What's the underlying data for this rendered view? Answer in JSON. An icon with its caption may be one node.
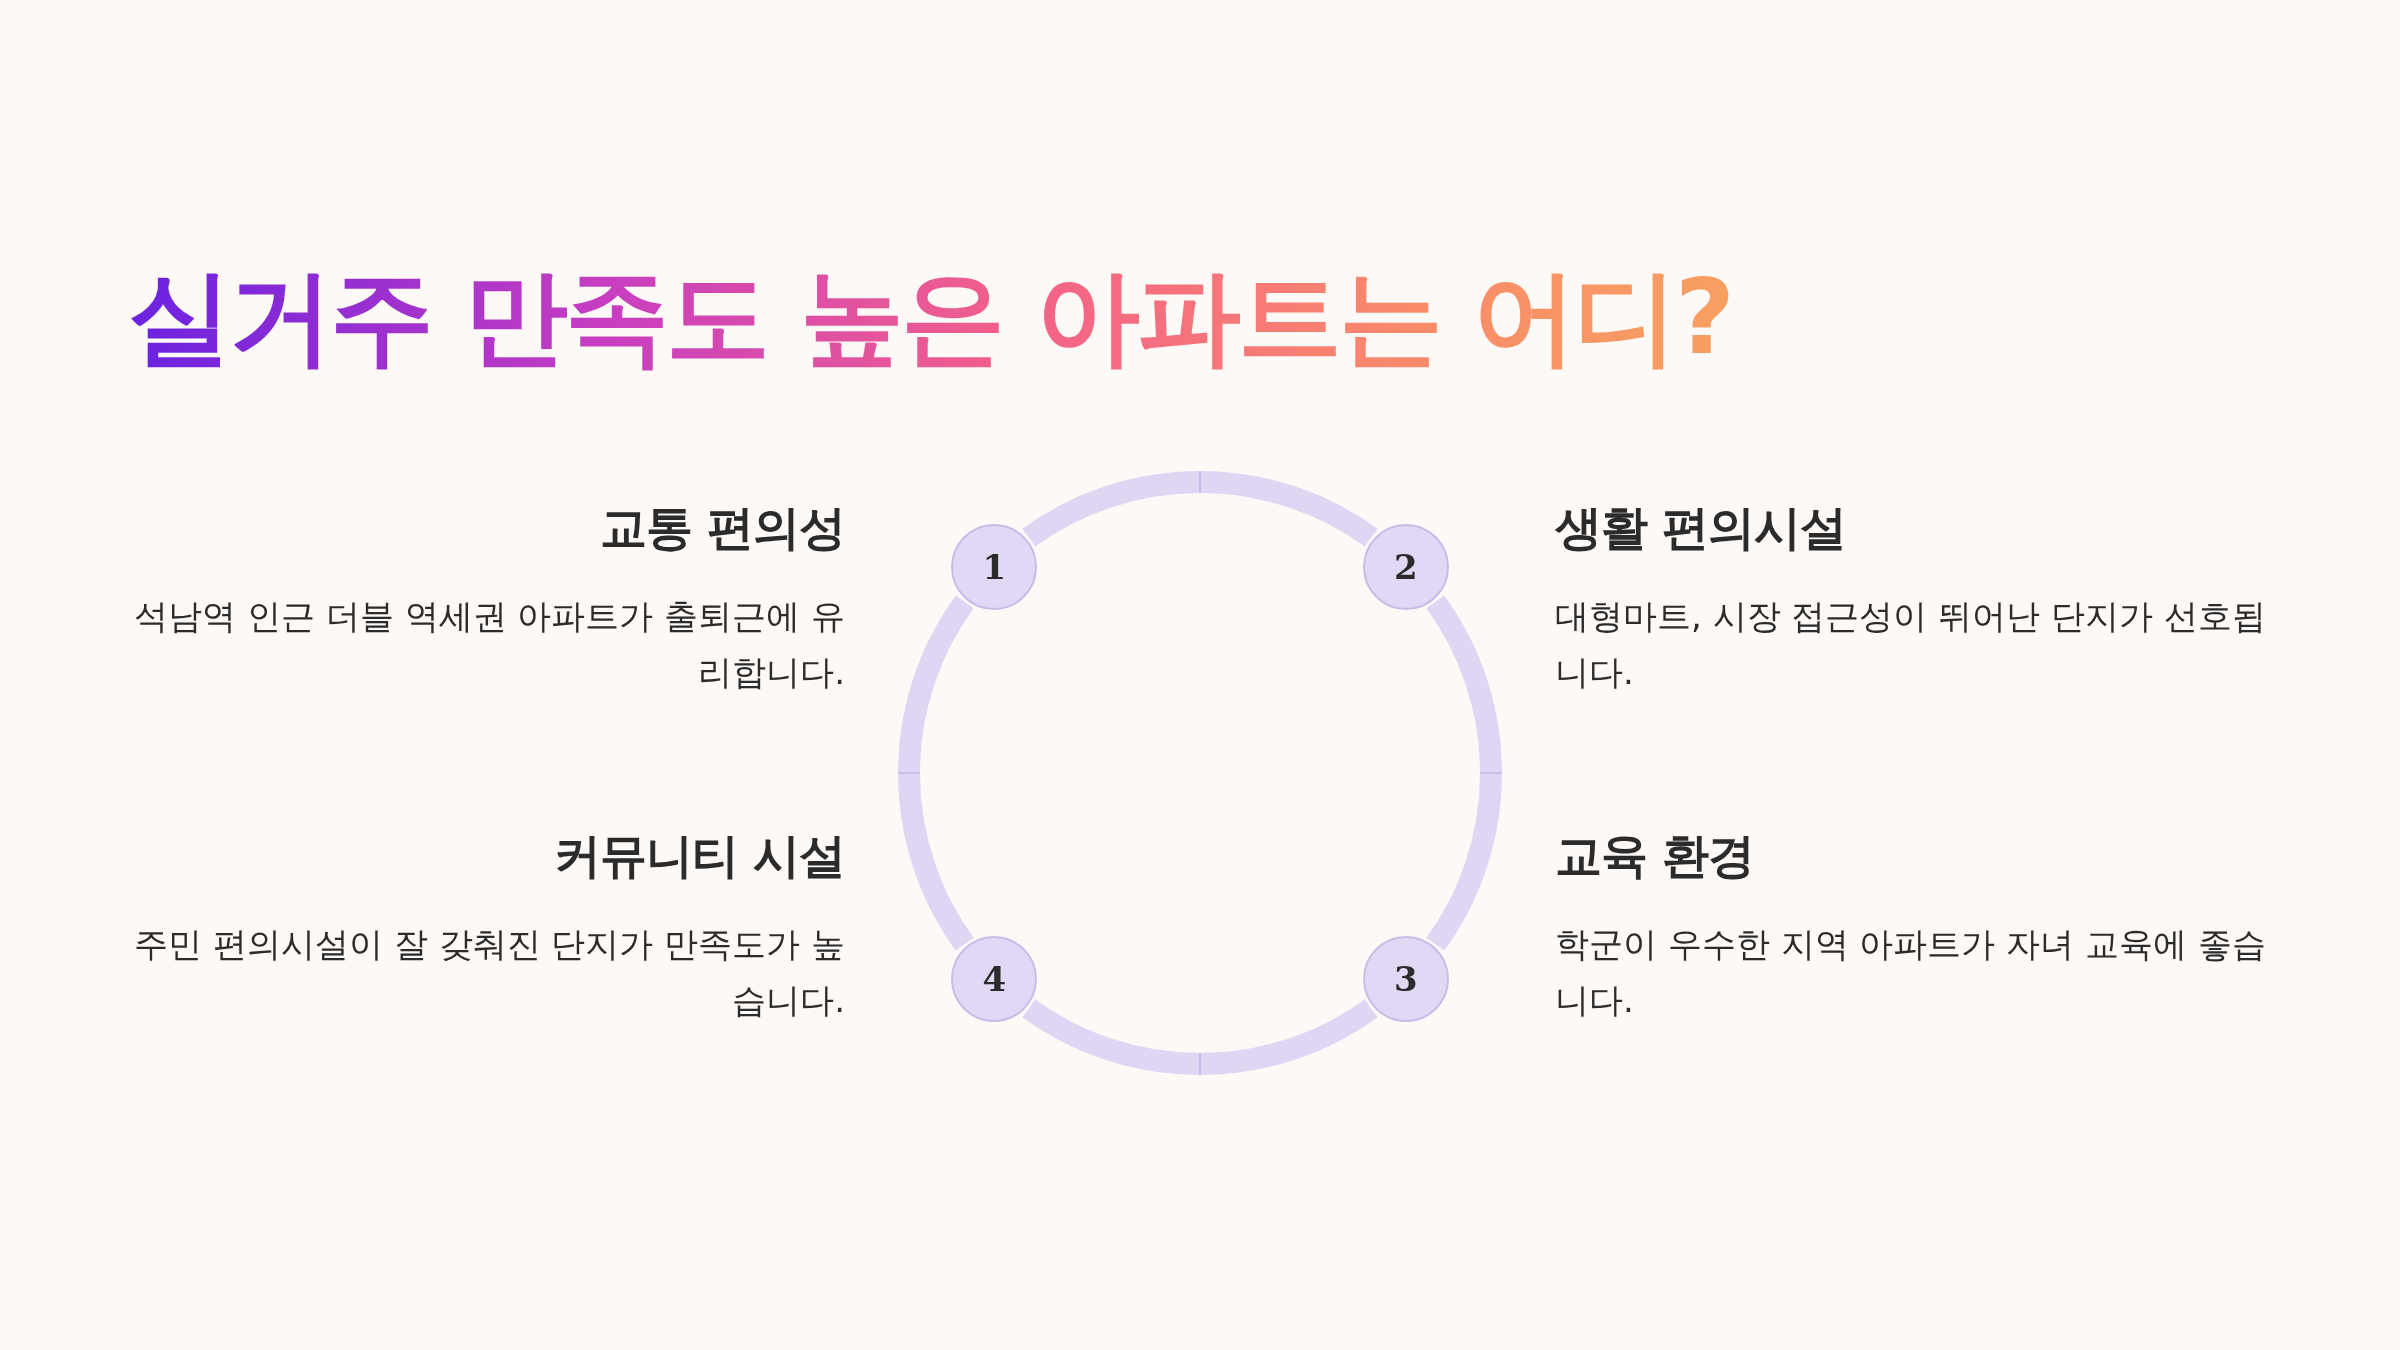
{
  "diagram": {
    "title": "실거주 만족도 높은 아파트는 어디?",
    "nodes": [
      {
        "text": [
          "1"
        ],
        "beside": [
          "교통 편의성",
          "석남역 인근 더블 역세권 아파트가 출퇴근에 유리합니다."
        ]
      },
      {
        "text": [
          "2"
        ],
        "beside": [
          "생활 편의시설",
          "대형마트, 시장 접근성이 뛰어난 단지가 선호됩니다."
        ]
      },
      {
        "text": [
          "3"
        ],
        "beside": [
          "교육 환경",
          "학군이 우수한 지역 아파트가 자녀 교육에 좋습니다."
        ]
      },
      {
        "text": [
          "4"
        ],
        "beside": [
          "커뮤니티 시설",
          "주민 편의시설이 잘 갖춰진 단지가 만족도가 높습니다."
        ]
      }
    ],
    "edges": [
      {
        "from": 0,
        "to": 1,
        "arrow": "none"
      },
      {
        "from": 1,
        "to": 2,
        "arrow": "none"
      },
      {
        "from": 2,
        "to": 3,
        "arrow": "none"
      },
      {
        "from": 3,
        "to": 0,
        "arrow": "none"
      }
    ]
  }
}
